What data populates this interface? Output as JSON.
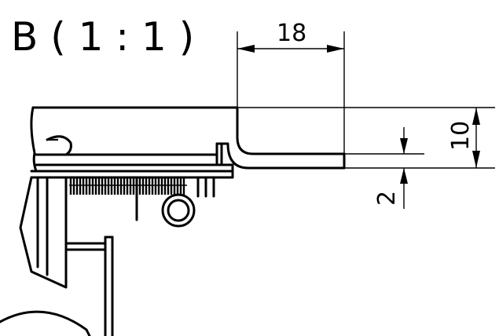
{
  "view_title": "B ( 1 : 1 )",
  "dimensions": {
    "width_top": "18",
    "height_right": "10",
    "thickness": "2"
  },
  "colors": {
    "line": "#000000",
    "background": "#ffffff"
  }
}
